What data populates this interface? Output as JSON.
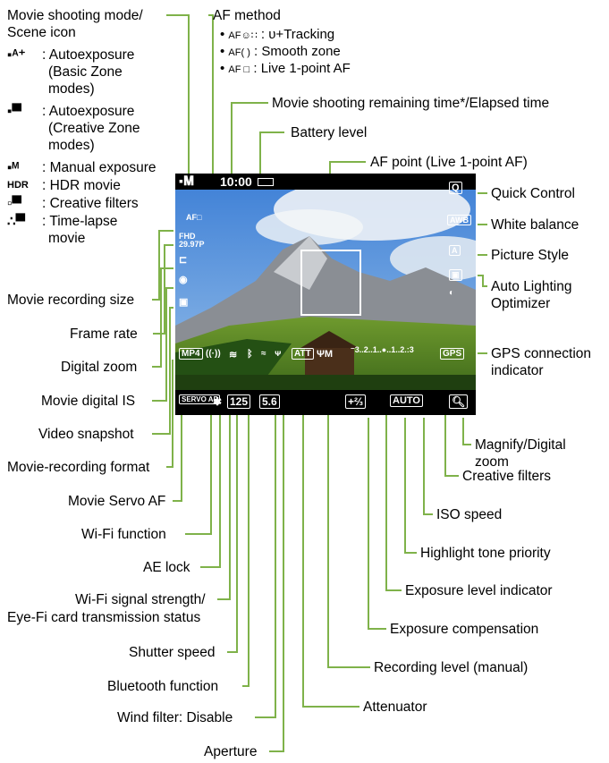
{
  "left_labels": {
    "scene_title_1": "Movie shooting mode/",
    "scene_title_2": "Scene icon",
    "modes": [
      {
        "desc": ": Autoexposure",
        "desc2": "(Basic Zone",
        "desc3": "modes)"
      },
      {
        "desc": ": Autoexposure",
        "desc2": "(Creative Zone",
        "desc3": "modes)"
      },
      {
        "desc": ": Manual exposure"
      },
      {
        "desc": ": HDR movie"
      },
      {
        "desc": ": Creative filters"
      },
      {
        "desc": ": Time-lapse",
        "desc2": "movie"
      }
    ],
    "movie_recording_size": "Movie recording size",
    "frame_rate": "Frame rate",
    "digital_zoom": "Digital zoom",
    "movie_digital_is": "Movie digital IS",
    "video_snapshot": "Video snapshot",
    "movie_recording_format": "Movie-recording format",
    "movie_servo_af": "Movie Servo AF",
    "wifi_function": "Wi-Fi function",
    "ae_lock": "AE lock",
    "wifi_signal_1": "Wi-Fi signal strength/",
    "wifi_signal_2": "Eye-Fi card transmission status",
    "shutter_speed": "Shutter speed",
    "bluetooth_function": "Bluetooth function",
    "wind_filter": "Wind filter: Disable",
    "aperture": "Aperture"
  },
  "top_labels": {
    "af_method": "AF method",
    "af_items": [
      {
        "desc": ": ᴜ+Tracking",
        "icon": "AF☺∷"
      },
      {
        "desc": ": Smooth zone",
        "icon": "AF( )"
      },
      {
        "desc": ": Live 1-point AF",
        "icon": "AF □"
      }
    ],
    "remaining_time": "Movie shooting remaining time*/Elapsed time",
    "battery_level": "Battery level",
    "af_point": "AF point (Live 1-point AF)"
  },
  "right_labels": {
    "quick_control": "Quick Control",
    "white_balance": "White balance",
    "picture_style": "Picture Style",
    "alo_1": "Auto Lighting",
    "alo_2": "Optimizer",
    "gps_1": "GPS connection",
    "gps_2": "indicator",
    "magnify_1": "Magnify/Digital",
    "magnify_2": "zoom",
    "creative_filters": "Creative filters",
    "iso_speed": "ISO speed",
    "highlight_tone": "Highlight tone priority",
    "exposure_level": "Exposure level indicator",
    "exposure_comp": "Exposure compensation",
    "recording_level": "Recording level (manual)",
    "attenuator": "Attenuator"
  },
  "screen": {
    "time": "10:00",
    "q": "Q",
    "awb": "AWB",
    "style": "A",
    "fhd": "FHD",
    "fps": "29.97P",
    "mp4": "MP4",
    "servo": "SERVO AF",
    "shutter": "125",
    "aperture": "5.6",
    "att": "ATT",
    "comp": "+⅔",
    "iso": "AUTO",
    "gps": "GPS",
    "scale": "⁻3..2..1..●..1..2.:3",
    "af_small": "AF□"
  },
  "colors": {
    "line": "#7fb24a",
    "photo_sky": "#6aa0dd"
  }
}
